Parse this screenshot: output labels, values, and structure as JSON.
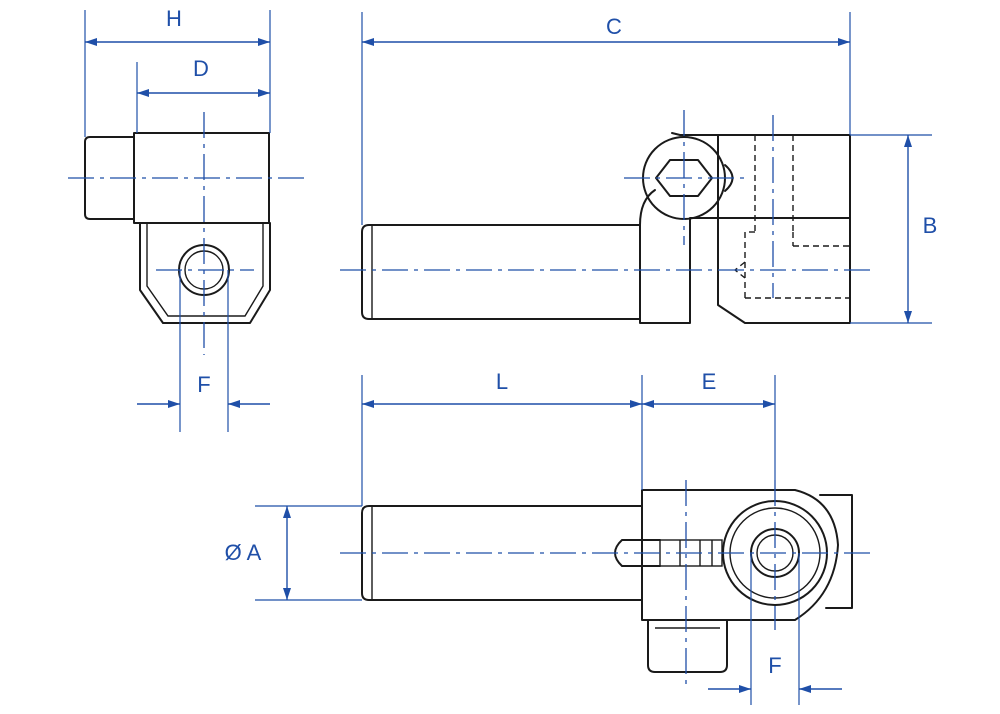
{
  "dimensions": {
    "H": "H",
    "D": "D",
    "C": "C",
    "B": "B",
    "F_side": "F",
    "L": "L",
    "E": "E",
    "A": "Ø A",
    "F_top": "F"
  },
  "colors": {
    "dimension": "#1f4fa8",
    "outline": "#1a1a1a"
  }
}
